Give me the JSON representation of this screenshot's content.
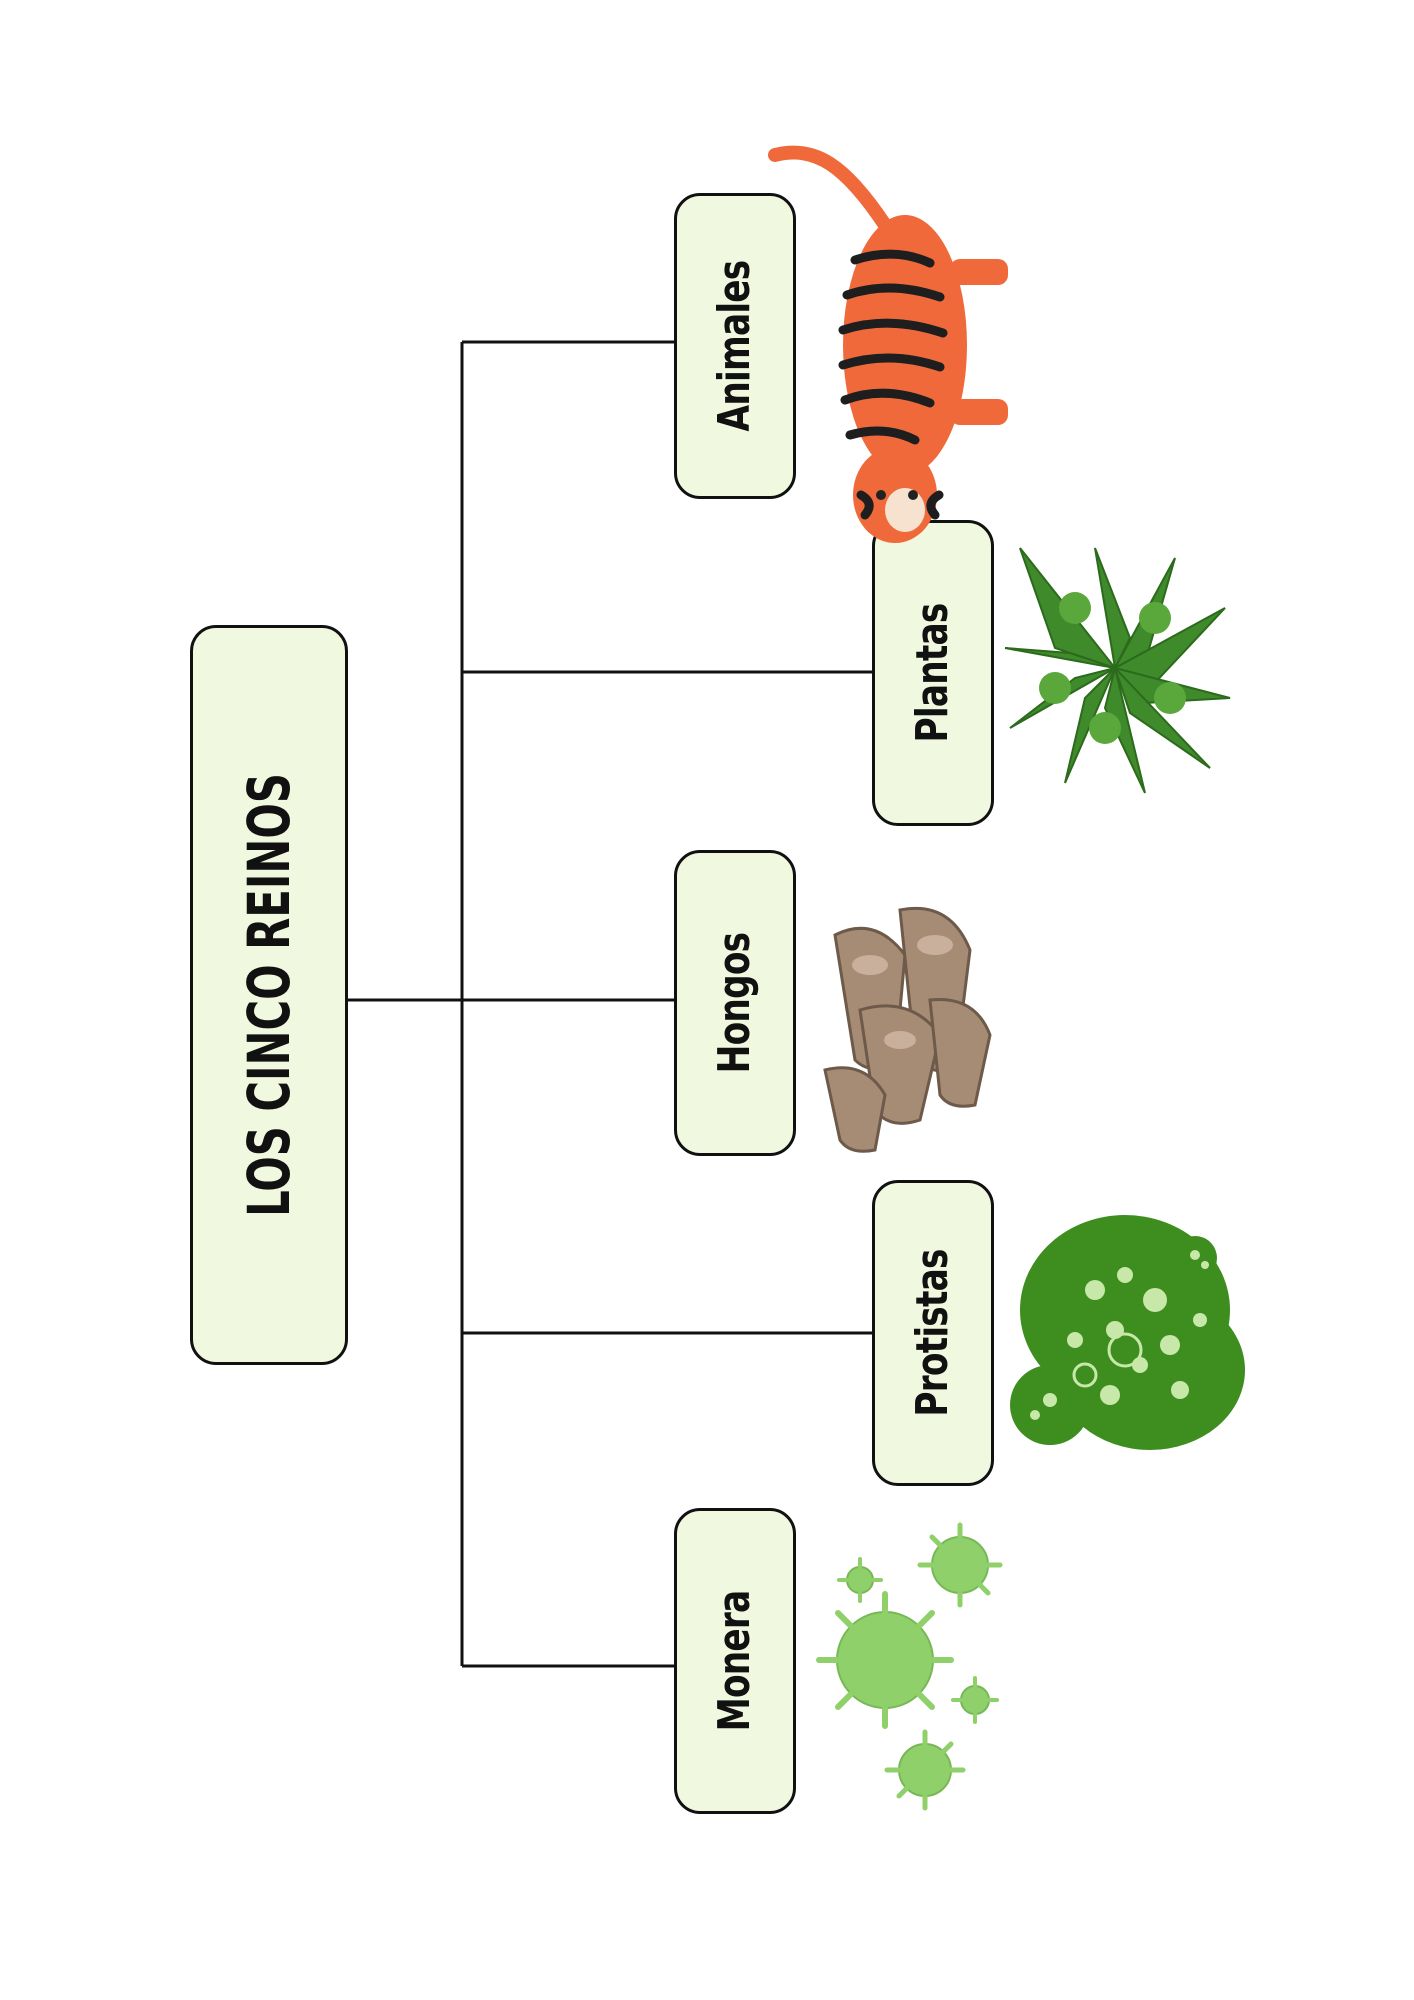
{
  "title": "LOS CINCO REINOS",
  "kingdoms": [
    {
      "id": "animales",
      "label": "Animales"
    },
    {
      "id": "plantas",
      "label": "Plantas"
    },
    {
      "id": "hongos",
      "label": "Hongos"
    },
    {
      "id": "protistas",
      "label": "Protistas"
    },
    {
      "id": "monera",
      "label": "Monera"
    }
  ],
  "colors": {
    "box_fill": "#f0f9df",
    "box_stroke": "#111111",
    "line": "#111111",
    "tiger_orange": "#f0693a",
    "fern_green": "#3f8a2b",
    "mushroom_brown": "#a68b75",
    "protist_green": "#3e8e1f",
    "bacteria_green": "#8fd06b"
  },
  "icons": [
    "tiger-icon",
    "fern-icon",
    "mushroom-icon",
    "protist-icon",
    "bacteria-icon"
  ]
}
